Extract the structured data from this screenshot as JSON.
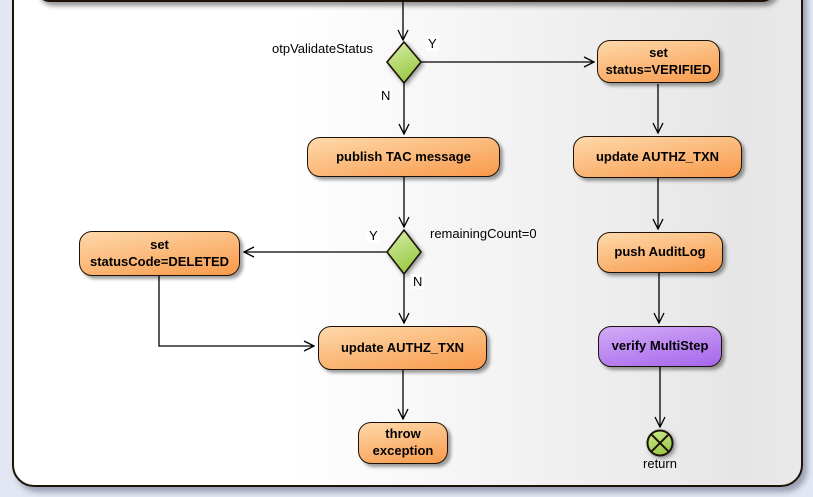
{
  "diagram": {
    "nodes": {
      "set_verified": {
        "line1": "set",
        "line2": "status=VERIFIED"
      },
      "update_authz_right": {
        "label": "update AUTHZ_TXN"
      },
      "push_auditlog": {
        "label": "push AuditLog"
      },
      "verify_multistep": {
        "label": "verify MultiStep"
      },
      "publish_tac": {
        "label": "publish TAC message"
      },
      "set_deleted": {
        "line1": "set",
        "line2": "statusCode=DELETED"
      },
      "update_authz_left": {
        "label": "update AUTHZ_TXN"
      },
      "throw_exception": {
        "line1": "throw",
        "line2": "exception"
      },
      "flow_final": {
        "label": "return"
      }
    },
    "edge_labels": {
      "decision1": "otpValidateStatus",
      "decision2": "remainingCount=0",
      "yes": "Y",
      "no": "N"
    },
    "colors": {
      "page_background": "#e3e7f3",
      "border": "#1c1207",
      "action_fill_top": "#fed9ab",
      "action_fill_bottom": "#f89a4b",
      "decision_fill_top": "#d8eda6",
      "decision_fill_bottom": "#9bcb4a",
      "verify_fill_top": "#d2abf6",
      "verify_fill_bottom": "#a666ec",
      "final_fill_top": "#cde88f",
      "final_fill_bottom": "#9bcb4a"
    }
  }
}
